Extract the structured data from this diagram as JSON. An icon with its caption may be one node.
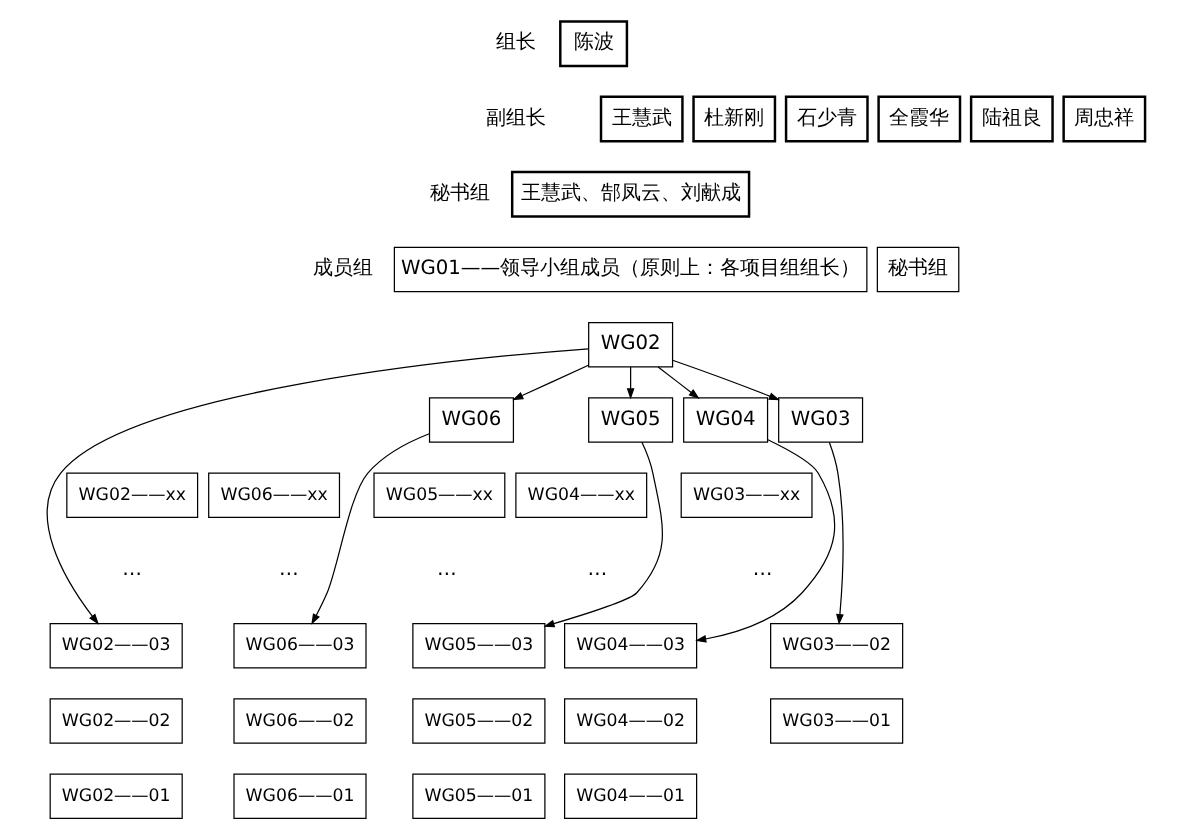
{
  "diagram": {
    "nodes": [
      {
        "text": [
          "陈波"
        ]
      },
      {
        "text": [
          "王慧武"
        ]
      },
      {
        "text": [
          "杜新刚"
        ]
      },
      {
        "text": [
          "石少青"
        ]
      },
      {
        "text": [
          "全霞华"
        ]
      },
      {
        "text": [
          "陆祖良"
        ]
      },
      {
        "text": [
          "周忠祥"
        ]
      },
      {
        "text": [
          "王慧武、郜凤云、刘献成"
        ]
      },
      {
        "text": [
          "WG01——领导小组成员（原则上：各项目组组长）"
        ]
      },
      {
        "text": [
          "秘书组"
        ]
      },
      {
        "text": [
          "WG02"
        ]
      },
      {
        "text": [
          "WG03"
        ]
      },
      {
        "text": [
          "WG04"
        ]
      },
      {
        "text": [
          "WG05"
        ]
      },
      {
        "text": [
          "WG06"
        ]
      },
      {
        "text": [
          "WG02——xx"
        ]
      },
      {
        "text": [
          "WG02——03"
        ]
      },
      {
        "text": [
          "WG02——02"
        ]
      },
      {
        "text": [
          "WG02——01"
        ]
      },
      {
        "text": [
          "WG06——xx"
        ]
      },
      {
        "text": [
          "WG06——03"
        ]
      },
      {
        "text": [
          "WG06——02"
        ]
      },
      {
        "text": [
          "WG06——01"
        ]
      },
      {
        "text": [
          "WG05——xx"
        ]
      },
      {
        "text": [
          "WG05——03"
        ]
      },
      {
        "text": [
          "WG05——02"
        ]
      },
      {
        "text": [
          "WG05——01"
        ]
      },
      {
        "text": [
          "WG04——xx"
        ]
      },
      {
        "text": [
          "WG04——03"
        ]
      },
      {
        "text": [
          "WG04——02"
        ]
      },
      {
        "text": [
          "WG04——01"
        ]
      },
      {
        "text": [
          "WG03——xx"
        ]
      },
      {
        "text": [
          "WG03——02"
        ]
      },
      {
        "text": [
          "WG03——01"
        ]
      }
    ],
    "edges": [
      {
        "from": 10,
        "to": 11,
        "arrow": "to"
      },
      {
        "from": 10,
        "to": 12,
        "arrow": "to"
      },
      {
        "from": 10,
        "to": 13,
        "arrow": "to"
      },
      {
        "from": 10,
        "to": 14,
        "arrow": "to"
      },
      {
        "from": 10,
        "to": 16,
        "arrow": "to"
      },
      {
        "from": 14,
        "to": 20,
        "arrow": "to"
      },
      {
        "from": 13,
        "to": 24,
        "arrow": "to"
      },
      {
        "from": 12,
        "to": 28,
        "arrow": "to"
      },
      {
        "from": 11,
        "to": 32,
        "arrow": "to"
      }
    ],
    "labels": [
      "组长",
      "副组长",
      "秘书组",
      "成员组",
      "…",
      "…",
      "…",
      "…",
      "…"
    ]
  }
}
